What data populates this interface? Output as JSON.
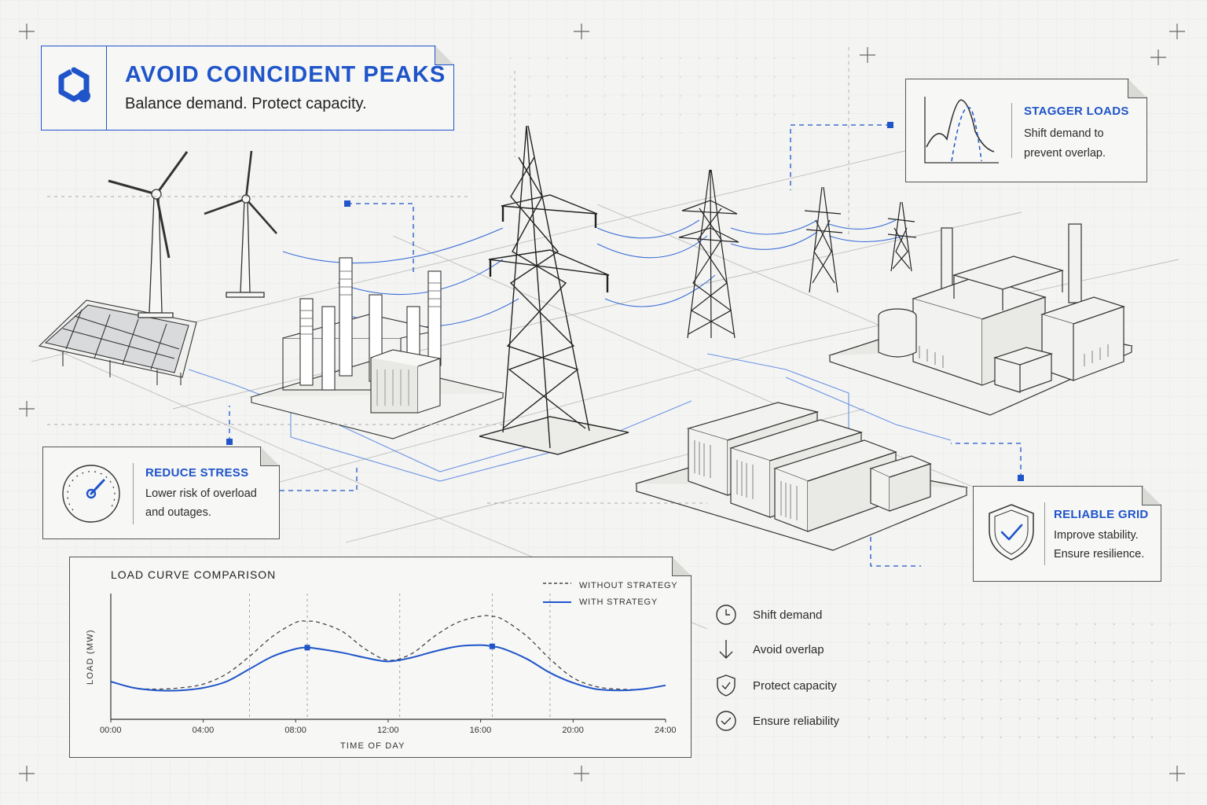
{
  "header": {
    "title": "AVOID COINCIDENT PEAKS",
    "subtitle": "Balance demand. Protect capacity.",
    "logo_icon": "grid-logo-icon"
  },
  "cards": {
    "stagger": {
      "title": "STAGGER LOADS",
      "line1": "Shift demand to",
      "line2": "prevent overlap.",
      "icon": "staggered-peaks-icon"
    },
    "stress": {
      "title": "REDUCE STRESS",
      "line1": "Lower risk of overload",
      "line2": "and outages.",
      "icon": "gauge-icon"
    },
    "reliable": {
      "title": "RELIABLE GRID",
      "line1": "Improve stability.",
      "line2": "Ensure resilience.",
      "icon": "shield-check-icon"
    }
  },
  "checklist": [
    {
      "label": "Shift demand",
      "icon": "clock-icon"
    },
    {
      "label": "Avoid overlap",
      "icon": "arrow-down-icon"
    },
    {
      "label": "Protect capacity",
      "icon": "shield-check-icon"
    },
    {
      "label": "Ensure reliability",
      "icon": "check-circle-icon"
    }
  ],
  "colors": {
    "accent": "#1f55c9",
    "ink": "#2a2a2a",
    "paper": "#f4f4f3"
  },
  "chart_data": {
    "type": "line",
    "title": "LOAD CURVE COMPARISON",
    "xlabel": "TIME OF DAY",
    "ylabel": "LOAD (MW)",
    "x_ticks": [
      "00:00",
      "04:00",
      "08:00",
      "12:00",
      "16:00",
      "20:00",
      "24:00"
    ],
    "xlim": [
      0,
      24
    ],
    "ylim": [
      0,
      100
    ],
    "legend_position": "top-right",
    "series": [
      {
        "name": "WITHOUT STRATEGY",
        "style": "dashed",
        "color": "#444444",
        "x": [
          0,
          1,
          2,
          3,
          4,
          5,
          6,
          7,
          8,
          8.5,
          9,
          10,
          11,
          12,
          13,
          14,
          15,
          16,
          16.5,
          17,
          18,
          19,
          20,
          21,
          22,
          23,
          24
        ],
        "y": [
          30,
          25,
          24,
          25,
          28,
          36,
          50,
          66,
          77,
          78,
          77,
          70,
          56,
          47,
          52,
          66,
          77,
          82,
          82,
          79,
          66,
          48,
          33,
          26,
          24,
          24,
          27
        ]
      },
      {
        "name": "WITH STRATEGY",
        "style": "solid",
        "color": "#1f55c9",
        "x": [
          0,
          1,
          2,
          3,
          4,
          5,
          6,
          7,
          8,
          8.5,
          9,
          10,
          11,
          12,
          13,
          14,
          15,
          16,
          16.5,
          17,
          18,
          19,
          20,
          21,
          22,
          23,
          24
        ],
        "y": [
          30,
          25,
          23,
          23,
          25,
          30,
          40,
          50,
          56,
          57,
          56,
          53,
          49,
          46,
          49,
          54,
          58,
          59,
          58,
          56,
          48,
          37,
          29,
          24,
          23,
          24,
          27
        ]
      }
    ],
    "markers": [
      {
        "series": "WITH STRATEGY",
        "x": 8.5,
        "y": 57
      },
      {
        "series": "WITH STRATEGY",
        "x": 16.5,
        "y": 58
      }
    ],
    "vertical_guides_x": [
      6,
      8.5,
      12.5,
      16.5,
      19
    ]
  }
}
